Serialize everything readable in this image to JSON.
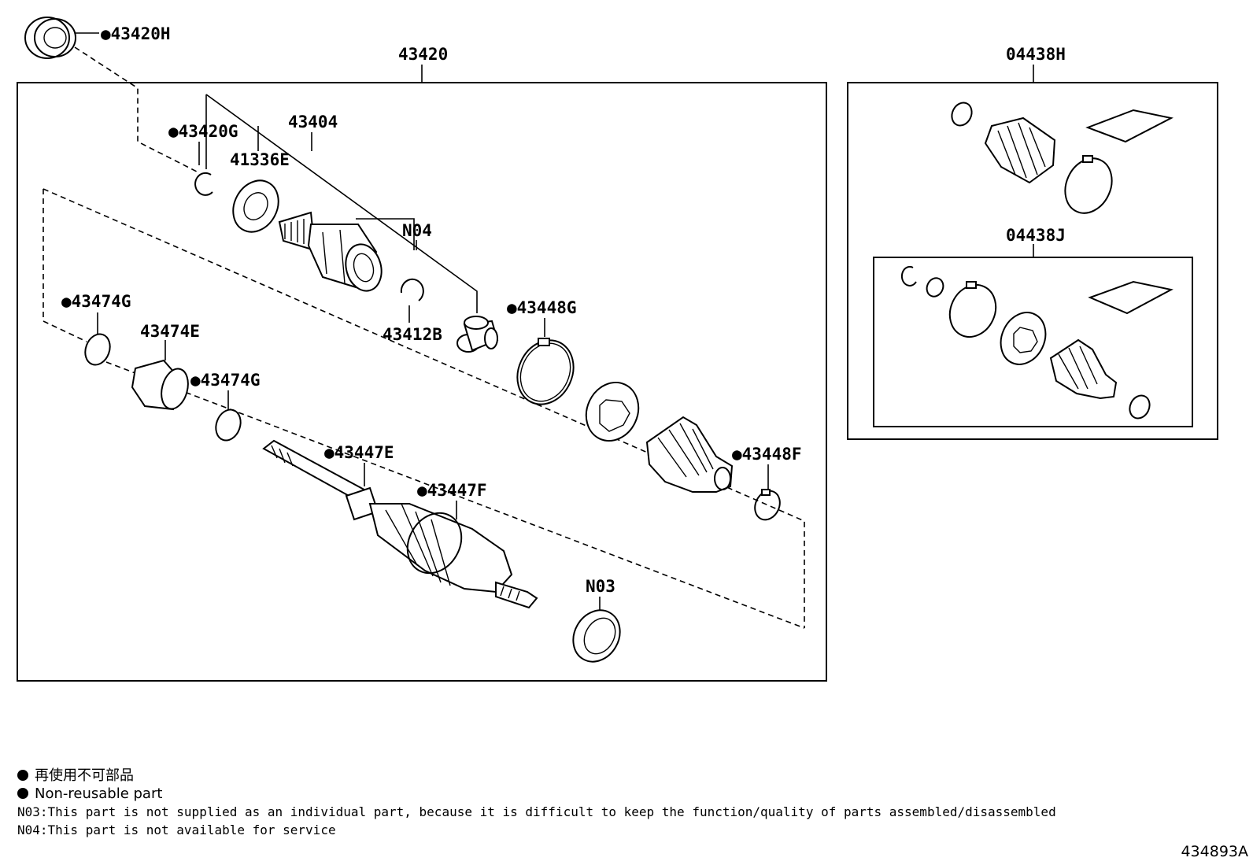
{
  "diagram": {
    "labels": {
      "p43420H": "●43420H",
      "p43420": "43420",
      "p43404": "43404",
      "p43420G": "●43420G",
      "p41336E": "41336E",
      "pN04": "N04",
      "p43474G_a": "●43474G",
      "p43474E": "43474E",
      "p43474G_b": "●43474G",
      "p43412B": "43412B",
      "p43448G": "●43448G",
      "p43447E": "●43447E",
      "p43447F": "●43447F",
      "p43448F": "●43448F",
      "pN03": "N03",
      "p04438H": "04438H",
      "p04438J": "04438J"
    }
  },
  "legend": {
    "non_reusable_jp": "再使用不可部品",
    "non_reusable_en": "Non-reusable part",
    "note_n03": "N03:This part is not supplied as an individual part, because it is difficult to keep the function/quality of parts assembled/disassembled",
    "note_n04": "N04:This part is not available for service"
  },
  "figure_id": "434893A"
}
